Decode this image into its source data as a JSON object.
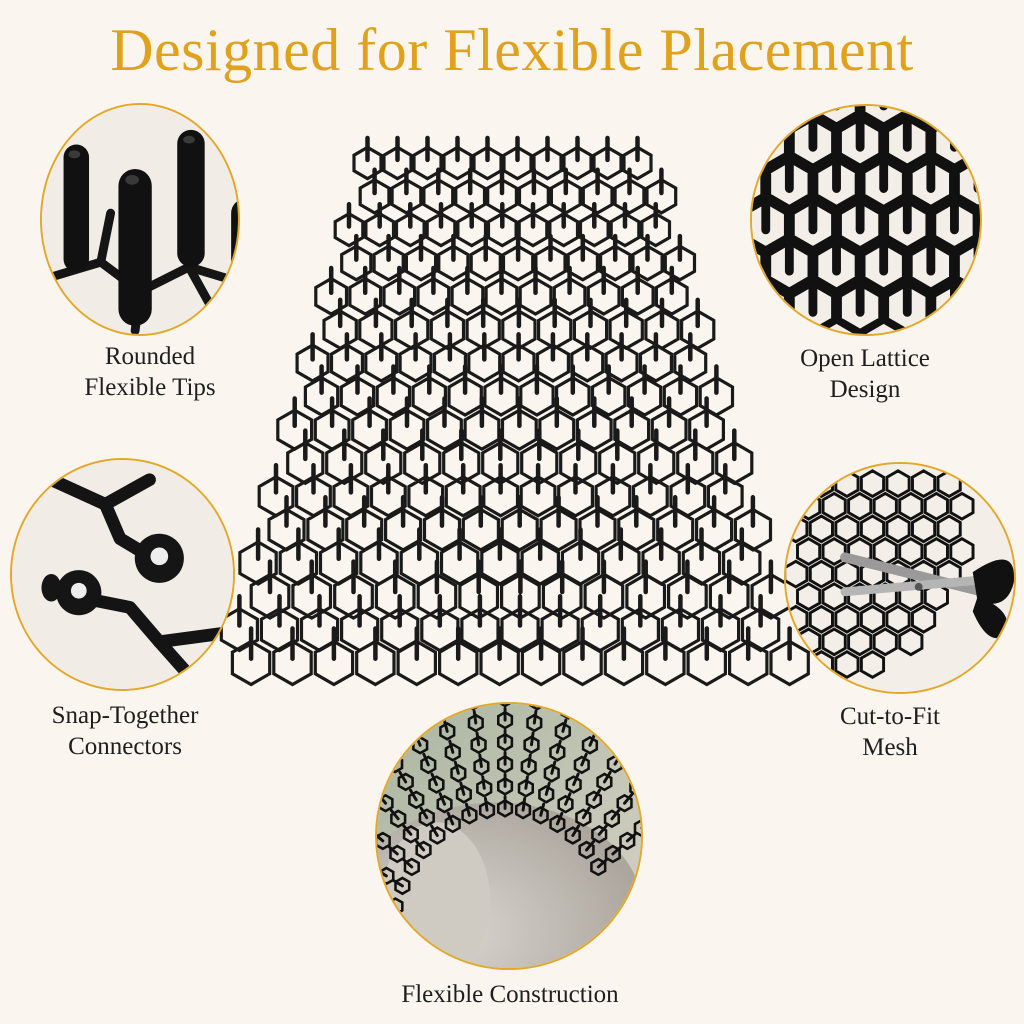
{
  "title": "Designed for Flexible Placement",
  "features": {
    "rounded_tips": [
      "Rounded",
      "Flexible Tips"
    ],
    "open_lattice": [
      "Open Lattice",
      "Design"
    ],
    "snap_connectors": [
      "Snap-Together",
      "Connectors"
    ],
    "cut_to_fit": [
      "Cut-to-Fit",
      "Mesh"
    ],
    "flexible_construction": [
      "Flexible Construction"
    ]
  },
  "colors": {
    "title": "#e0a21c",
    "circle_border": "#e3a82a",
    "mesh": "#1a1a1a",
    "background": "#faf6ef"
  }
}
